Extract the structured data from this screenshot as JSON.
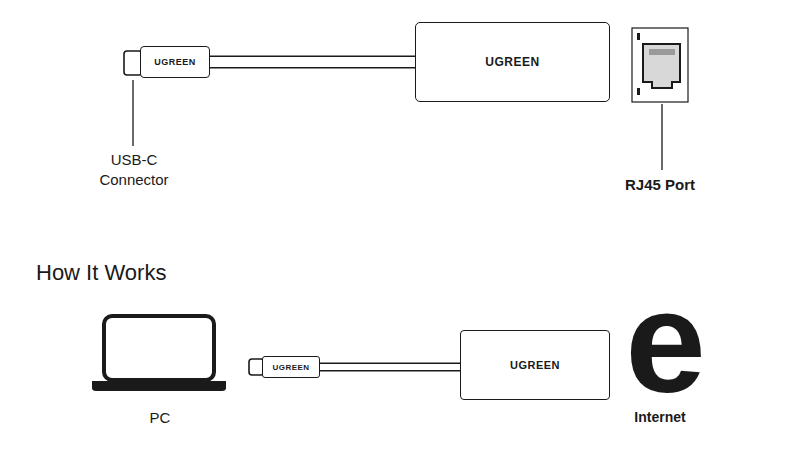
{
  "diagram": {
    "nodes": [
      {
        "text": [
          "UGREEN"
        ]
      },
      {
        "text": [
          "UGREEN"
        ]
      },
      {
        "text": [
          "UGREEN"
        ]
      },
      {
        "text": [
          "UGREEN"
        ]
      }
    ],
    "edges": [
      {
        "from": 0,
        "to": 1,
        "arrow": "none"
      },
      {
        "from": 2,
        "to": 3,
        "arrow": "none"
      }
    ],
    "labels": [
      "USB-C Connector",
      "RJ45 Port",
      "How It Works",
      "PC",
      "e",
      "Internet"
    ]
  }
}
